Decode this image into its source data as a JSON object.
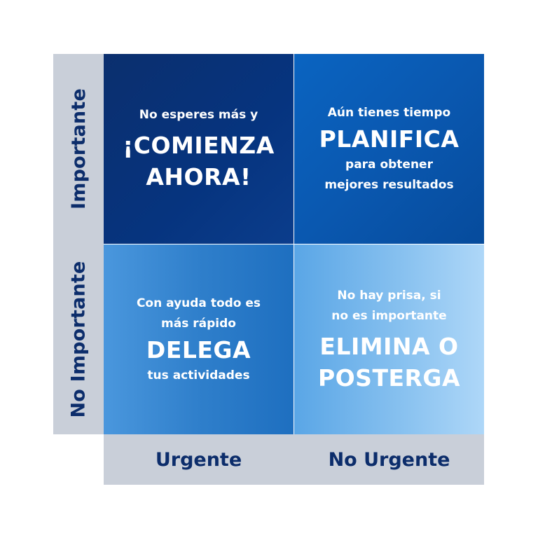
{
  "axes": {
    "y_top": "Importante",
    "y_bottom": "No Importante",
    "x_left": "Urgente",
    "x_right": "No Urgente"
  },
  "quadrants": {
    "top_left": {
      "intro": "No esperes más y",
      "action_line1": "¡COMIENZA",
      "action_line2": "AHORA!"
    },
    "top_right": {
      "intro": "Aún tienes tiempo",
      "action": "PLANIFICA",
      "outro_line1": "para obtener",
      "outro_line2": "mejores resultados"
    },
    "bottom_left": {
      "intro_line1": "Con ayuda todo es",
      "intro_line2": "más rápido",
      "action": "DELEGA",
      "outro": "tus actividades"
    },
    "bottom_right": {
      "intro_line1": "No hay prisa, si",
      "intro_line2": "no es importante",
      "action_line1": "ELIMINA O",
      "action_line2": "POSTERGA"
    }
  },
  "colors": {
    "axis_background": "#c9cfd9",
    "axis_text": "#0c2d6b",
    "top_left": "#06347f",
    "top_right": "#0a58b0",
    "bottom_left": "#2f7fcb",
    "bottom_right": "#86c0ef"
  }
}
